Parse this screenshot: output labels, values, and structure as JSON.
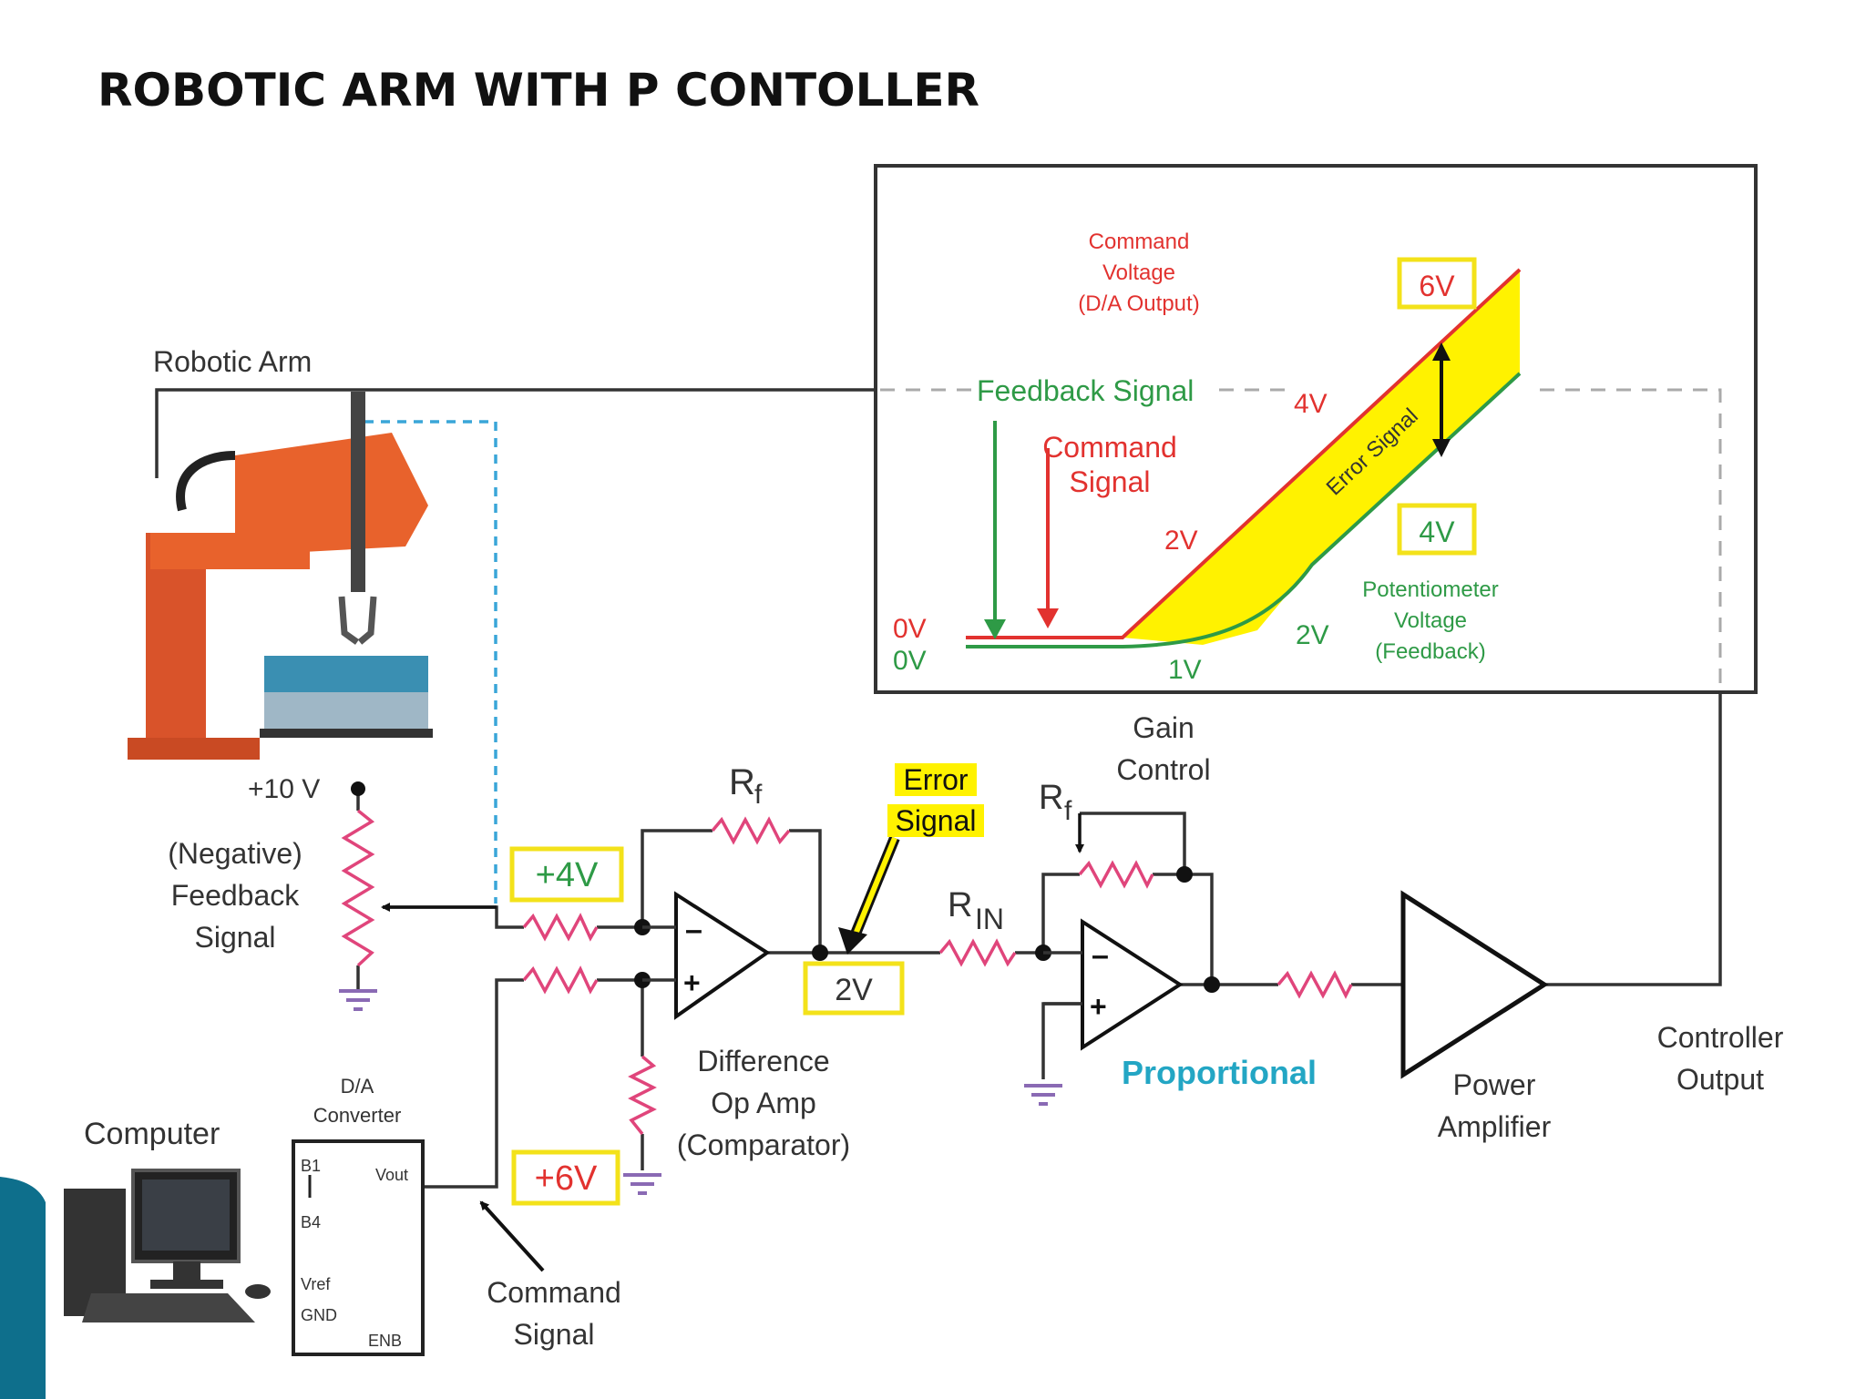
{
  "slide": {
    "title": "ROBOTIC ARM WITH P CONTOLLER"
  },
  "theme": {
    "accent_blue": "#0e6f8c",
    "resistor_pink": "#e0457b",
    "highlight_yellow": "#fff200",
    "feedback_green": "#2e9a46",
    "command_red": "#e2322f",
    "proportional_cyan": "#23a6c4",
    "ground_purple": "#8a6ab4",
    "dashed_blue": "#3aa6d8",
    "arm_orange": "#e8622c"
  },
  "labels": {
    "robotic_arm": "Robotic Arm",
    "supply": "+10 V",
    "neg_feedback": [
      "(Negative)",
      "Feedback",
      "Signal"
    ],
    "computer": "Computer",
    "da_converter": [
      "D/A",
      "Converter"
    ],
    "da_pins": {
      "b1": "B1",
      "b4": "B4",
      "vout": "Vout",
      "vref": "Vref",
      "gnd": "GND",
      "enb": "ENB"
    },
    "command_signal": [
      "Command",
      "Signal"
    ],
    "diff_amp": [
      "Difference",
      "Op Amp",
      "(Comparator)"
    ],
    "rf": "R",
    "rf_sub": "f",
    "rin": "R",
    "rin_sub": "IN",
    "gain_control": [
      "Gain",
      "Control"
    ],
    "proportional": "Proportional",
    "power_amp": [
      "Power",
      "Amplifier"
    ],
    "controller_output": [
      "Controller",
      "Output"
    ],
    "error_signal": [
      "Error",
      "Signal"
    ],
    "minus": "–",
    "plus": "+"
  },
  "badges": {
    "feedback_voltage": "+4V",
    "command_voltage": "+6V",
    "error_voltage": "2V"
  },
  "inset": {
    "command_voltage": [
      "Command",
      "Voltage",
      "(D/A Output)"
    ],
    "feedback_signal": "Feedback Signal",
    "command_signal": [
      "Command",
      "Signal"
    ],
    "error_signal": "Error Signal",
    "potentiometer": [
      "Potentiometer",
      "Voltage",
      "(Feedback)"
    ],
    "red_0v": "0V",
    "green_0v": "0V",
    "red_2v": "2V",
    "red_4v": "4V",
    "green_1v": "1V",
    "green_2v": "2V",
    "badge_6v": "6V",
    "badge_4v": "4V"
  }
}
